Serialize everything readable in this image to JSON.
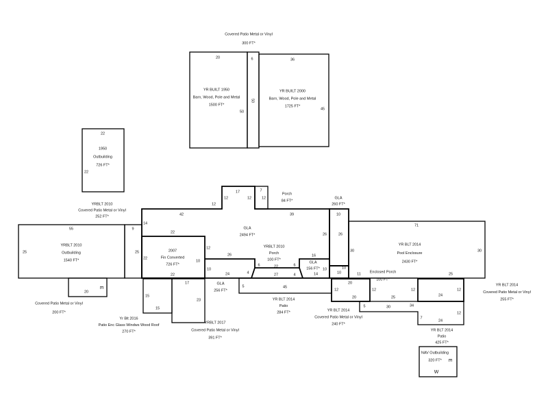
{
  "areas": [
    {
      "lines": [
        "Covered Patio Metal or Vinyl",
        "300 FT*"
      ]
    },
    {
      "lines": [
        "YR BUILT 1950",
        "Barn, Wood, Pole and Metal",
        "1500 FT*"
      ]
    },
    {
      "lines": [
        "YR BUILT 2000",
        "Barn, Wood, Pole and Metal",
        "1725 FT*"
      ]
    },
    {
      "lines": [
        "1950",
        "Outbuilding",
        "726 FT*"
      ]
    },
    {
      "lines": [
        "YRBLT 2010",
        "Covered Patio Metal or Vinyl",
        "252 FT*"
      ]
    },
    {
      "lines": [
        "YRBLT 2010",
        "Outbuilding",
        "1540 FT*"
      ]
    },
    {
      "lines": [
        "Porch",
        "84 FT*"
      ]
    },
    {
      "lines": [
        "GLA",
        "260 FT*"
      ]
    },
    {
      "lines": [
        "GLA",
        "2494 FT*"
      ]
    },
    {
      "lines": [
        "YRBLT 2010",
        "Porch",
        "100 FT*"
      ]
    },
    {
      "lines": [
        "2007",
        "Fin Converted",
        "726 FT*"
      ]
    },
    {
      "lines": [
        "GLA",
        "156 FT*"
      ]
    },
    {
      "lines": [
        "YR BLT 2014",
        "Pool Enclosure",
        "2430 FT*"
      ]
    },
    {
      "lines": [
        "Enclosed Porch",
        "100 FT*"
      ]
    },
    {
      "lines": [
        "GLA",
        "256 FT*"
      ]
    },
    {
      "lines": [
        "YR BLT 2014",
        "Patio",
        "284 FT*"
      ]
    },
    {
      "lines": [
        "Covered Patio Metal or Vinyl",
        "200 FT*"
      ]
    },
    {
      "lines": [
        "Yr Blt 2016",
        "Patio Enc Glass Windws Wood Roof",
        "270 FT*"
      ]
    },
    {
      "lines": [
        "YRBLT 2017",
        "Covered Patio Metal or Vinyl",
        "391 FT*"
      ]
    },
    {
      "lines": [
        "YR BLT 2014",
        "Covered Patio Metal or Vinyl",
        "240 FT*"
      ]
    },
    {
      "lines": [
        "YR BLT 2014",
        "Covered Patio Metal or Vinyl",
        "255 FT*"
      ]
    },
    {
      "lines": [
        "YR BLT 2014",
        "Patio",
        "425 FT*"
      ]
    },
    {
      "lines": [
        "NAV Outbuilding",
        "320 FT*"
      ]
    }
  ],
  "dimensions": [
    "20",
    "6",
    "36",
    "50",
    "50",
    "45",
    "22",
    "22",
    "55",
    "25",
    "9",
    "25",
    "14",
    "42",
    "22",
    "22",
    "22",
    "17",
    "12",
    "12",
    "7",
    "12",
    "39",
    "26",
    "10",
    "26",
    "12",
    "26",
    "10",
    "24",
    "4",
    "6",
    "22",
    "6",
    "16",
    "27",
    "4",
    "10",
    "14",
    "10",
    "10",
    "30",
    "71",
    "30",
    "11",
    "25",
    "20",
    "12",
    "20",
    "12",
    "25",
    "12",
    "24",
    "12",
    "5",
    "30",
    "34",
    "7",
    "24",
    "12",
    "20",
    "15",
    "15",
    "17",
    "23",
    "5",
    "45",
    "10",
    "12"
  ],
  "markers": [
    "E",
    "E",
    "W"
  ]
}
